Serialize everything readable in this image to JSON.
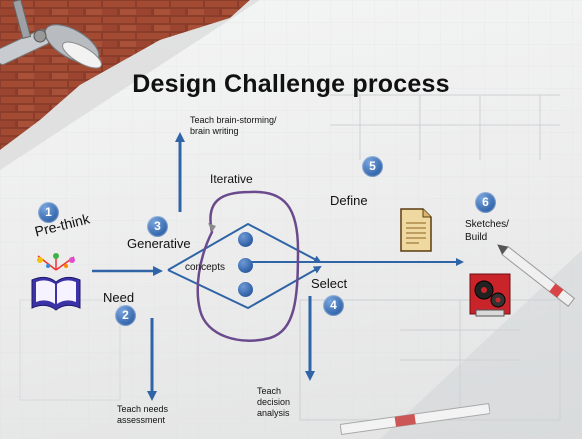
{
  "title": "Design Challenge process",
  "steps": [
    {
      "number": "1",
      "label": "Pre-think"
    },
    {
      "number": "2",
      "label": "Need"
    },
    {
      "number": "3",
      "label": "Generative"
    },
    {
      "number": "4",
      "label": "Select"
    },
    {
      "number": "5",
      "label": "Define"
    },
    {
      "number": "6",
      "label": "Sketches/\nBuild"
    }
  ],
  "labels": {
    "iterative": "Iterative",
    "concepts": "concepts",
    "teach_brainstorm": "Teach brain-storming/\nbrain writing",
    "teach_needs": "Teach needs\nassessment",
    "teach_decision": "Teach\ndecision\nanalysis"
  },
  "colors": {
    "arrow": "#2f64a6",
    "loop": "#6a4a8c",
    "badge": "#2b5ea6"
  },
  "icons": [
    "desk-lamp-icon",
    "book-icon",
    "document-icon",
    "gear-icon",
    "pencil-icon"
  ]
}
